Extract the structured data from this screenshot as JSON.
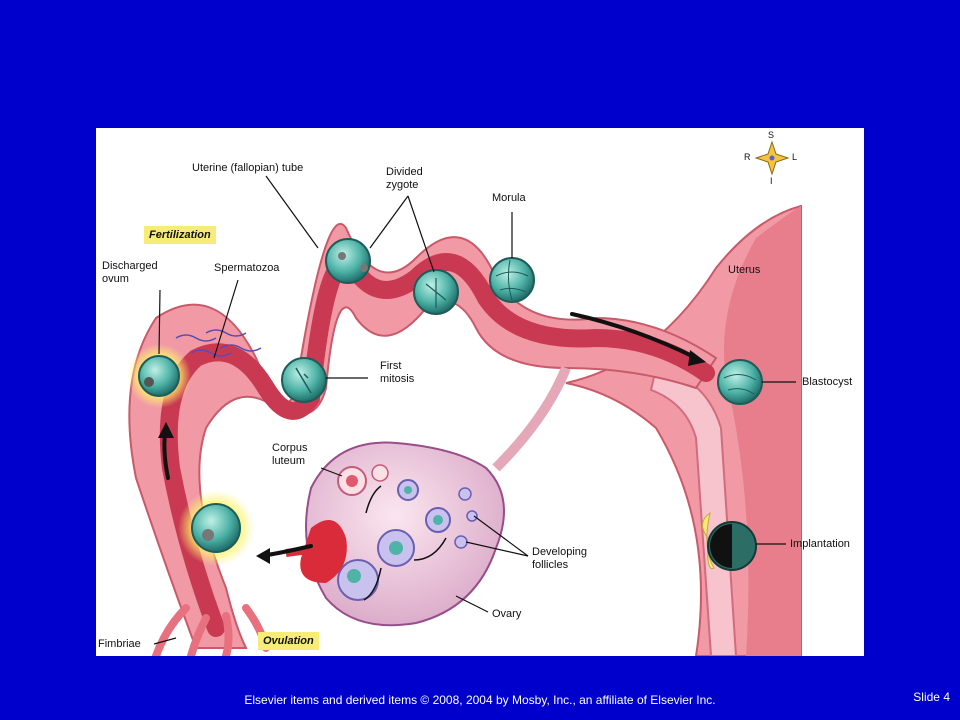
{
  "labels": {
    "uterine_tube": "Uterine (fallopian) tube",
    "divided_zygote": "Divided\nzygote",
    "morula": "Morula",
    "fertilization": "Fertilization",
    "discharged_ovum": "Discharged\novum",
    "spermatozoa": "Spermatozoa",
    "uterus": "Uterus",
    "first_mitosis": "First\nmitosis",
    "blastocyst": "Blastocyst",
    "corpus_luteum": "Corpus\nluteum",
    "developing_follicles": "Developing\nfollicles",
    "implantation": "Implantation",
    "ovary": "Ovary",
    "fimbriae": "Fimbriae",
    "ovulation": "Ovulation"
  },
  "compass": {
    "s": "S",
    "r": "R",
    "l": "L",
    "i": "I"
  },
  "footer": "Elsevier items and derived items © 2008, 2004 by Mosby, Inc., an affiliate of Elsevier Inc.",
  "slide_label": "Slide 4",
  "colors": {
    "background": "#0000cc",
    "tissue": "#e8717f",
    "tube_inner": "#c93a52",
    "cell": "#4fb3a8",
    "highlight": "#f6ec77"
  }
}
